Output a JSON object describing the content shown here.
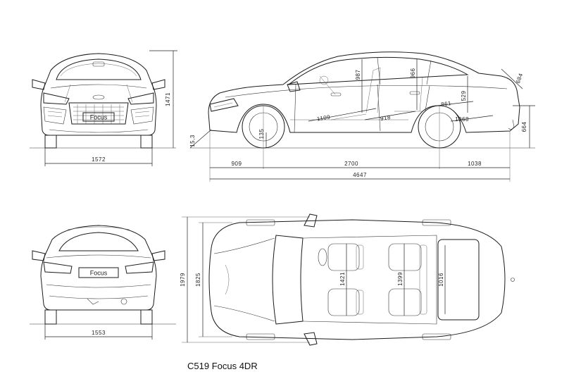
{
  "caption": "C519 Focus 4DR",
  "badges": {
    "front": "Focus",
    "rear": "Focus"
  },
  "front_view": {
    "overall_height": "1471",
    "front_track": "1572"
  },
  "side_view": {
    "ground_clearance": "135",
    "approach_angle": "15,3",
    "front_overhang": "909",
    "wheelbase": "2700",
    "rear_overhang": "1038",
    "overall_length": "4647",
    "front_headroom": "987",
    "rear_headroom": "966",
    "front_legroom": "1109",
    "rear_legroom": "918",
    "rear_seat_height": "529",
    "trunk_depth": "861",
    "trunk_length": "1068",
    "trunk_opening": "684",
    "rear_height": "664"
  },
  "rear_view": {
    "rear_track": "1553"
  },
  "top_view": {
    "overall_width_mirrors": "1979",
    "overall_width": "1825",
    "front_shoulder_width": "1421",
    "rear_shoulder_width": "1399",
    "trunk_width": "1016"
  }
}
